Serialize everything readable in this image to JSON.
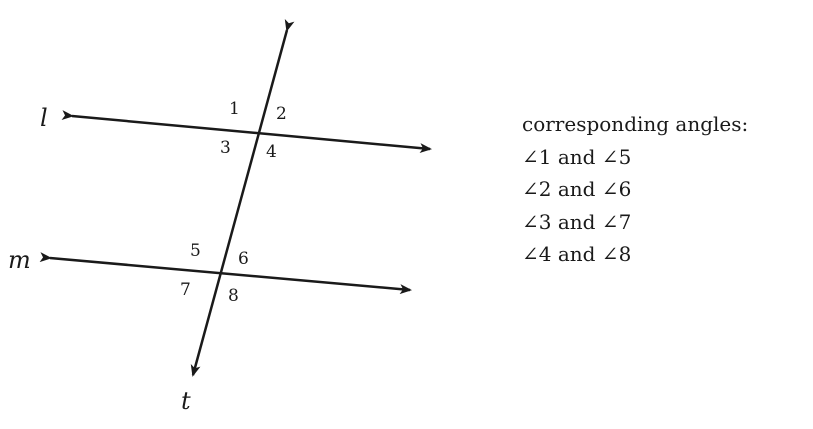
{
  "lines": {
    "l": "l",
    "m": "m",
    "t": "t"
  },
  "angles": [
    "1",
    "2",
    "3",
    "4",
    "5",
    "6",
    "7",
    "8"
  ],
  "legend": {
    "heading": "corresponding angles:",
    "pairs": [
      "∠1 and ∠5",
      "∠2 and ∠6",
      "∠3 and ∠7",
      "∠4 and ∠8"
    ]
  }
}
